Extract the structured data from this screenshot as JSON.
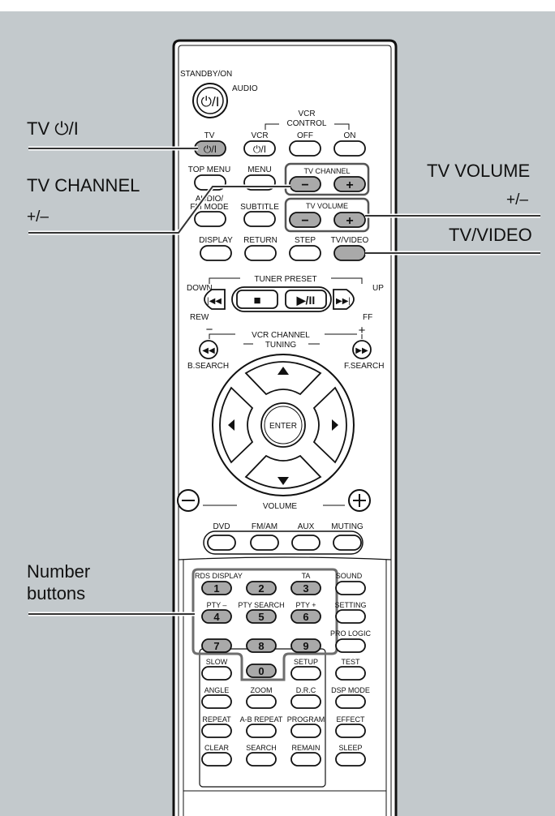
{
  "callouts": {
    "tv_power": "TV ⏻/I",
    "tv_channel_title": "TV CHANNEL",
    "tv_channel_pm": "+/–",
    "tv_volume_title": "TV VOLUME",
    "tv_volume_pm": "+/–",
    "tv_video": "TV/VIDEO",
    "number_line1": "Number",
    "number_line2": "buttons"
  },
  "remote": {
    "standby_label": "STANDBY/ON",
    "power_glyph": "⏻/I",
    "audio_label": "AUDIO",
    "tv_label": "TV",
    "vcr_label": "VCR",
    "vcr_control_top": "VCR",
    "vcr_control": "CONTROL",
    "off": "OFF",
    "on": "ON",
    "top_menu": "TOP MENU",
    "menu": "MENU",
    "tv_channel": "TV CHANNEL",
    "audio_fm_mode_1": "AUDIO/",
    "audio_fm_mode_2": "FM MODE",
    "subtitle": "SUBTITLE",
    "tv_volume": "TV VOLUME",
    "minus": "−",
    "plus": "+",
    "display": "DISPLAY",
    "return": "RETURN",
    "step": "STEP",
    "tv_video": "TV/VIDEO",
    "tuner_preset": "TUNER PRESET",
    "down": "DOWN",
    "up": "UP",
    "rew": "REW",
    "ff": "FF",
    "stop_glyph": "■",
    "play_pause": "▶/II",
    "vcr_channel": "VCR CHANNEL",
    "tuning": "TUNING",
    "b_search": "B.SEARCH",
    "f_search": "F.SEARCH",
    "enter": "ENTER",
    "volume": "VOLUME",
    "dvd": "DVD",
    "fm_am": "FM/AM",
    "aux": "AUX",
    "muting": "MUTING",
    "rds_display": "RDS DISPLAY",
    "ta": "TA",
    "pty_minus": "PTY –",
    "pty_search": "PTY SEARCH",
    "pty_plus": "PTY +",
    "sound": "SOUND",
    "setting": "SETTING",
    "pro_logic": "PRO LOGIC",
    "slow": "SLOW",
    "setup": "SETUP",
    "test": "TEST",
    "angle": "ANGLE",
    "zoom": "ZOOM",
    "drc": "D.R.C",
    "dsp_mode": "DSP MODE",
    "repeat": "REPEAT",
    "ab_repeat": "A-B REPEAT",
    "program": "PROGRAM",
    "effect": "EFFECT",
    "clear": "CLEAR",
    "search": "SEARCH",
    "remain": "REMAIN",
    "sleep": "SLEEP",
    "n1": "1",
    "n2": "2",
    "n3": "3",
    "n4": "4",
    "n5": "5",
    "n6": "6",
    "n7": "7",
    "n8": "8",
    "n9": "9",
    "n0": "0"
  },
  "colors": {
    "background": "#c3c9cc",
    "remote_body": "#ffffff",
    "highlight_button": "#a9a9a9",
    "outline": "#111111"
  }
}
